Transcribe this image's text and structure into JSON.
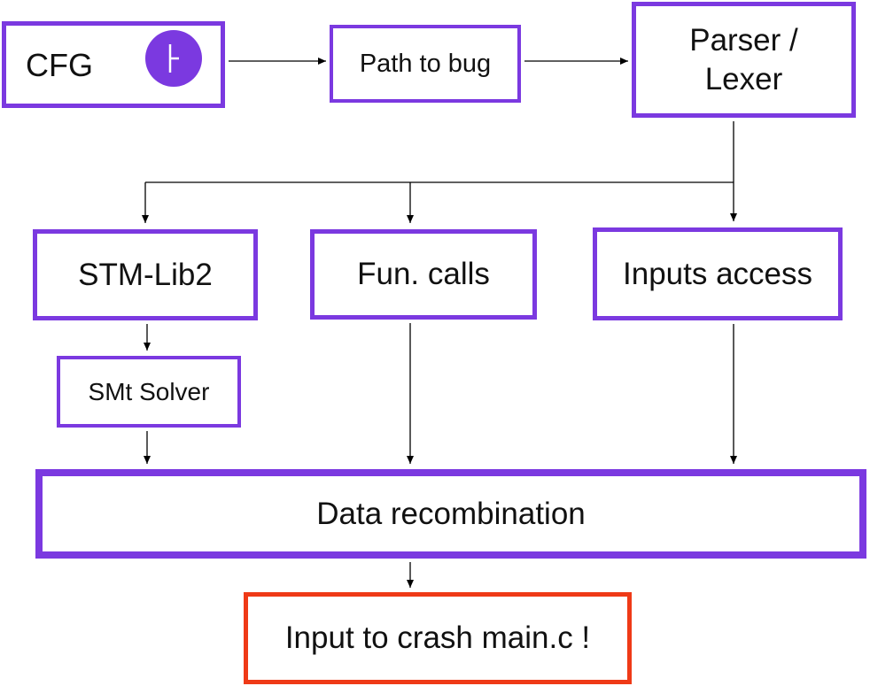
{
  "nodes": {
    "cfg": "CFG",
    "path": "Path to bug",
    "parser_line1": "Parser /",
    "parser_line2": "Lexer",
    "stm": "STM-Lib2",
    "fun": "Fun. calls",
    "inputs": "Inputs access",
    "smt": "SMt Solver",
    "data": "Data recombination",
    "crash": "Input to crash main.c !"
  },
  "icons": {
    "cfg_badge": "tack-icon"
  },
  "colors": {
    "box_border": "#7b39e0",
    "crash_border": "#ef3a17",
    "arrow": "#000000"
  }
}
